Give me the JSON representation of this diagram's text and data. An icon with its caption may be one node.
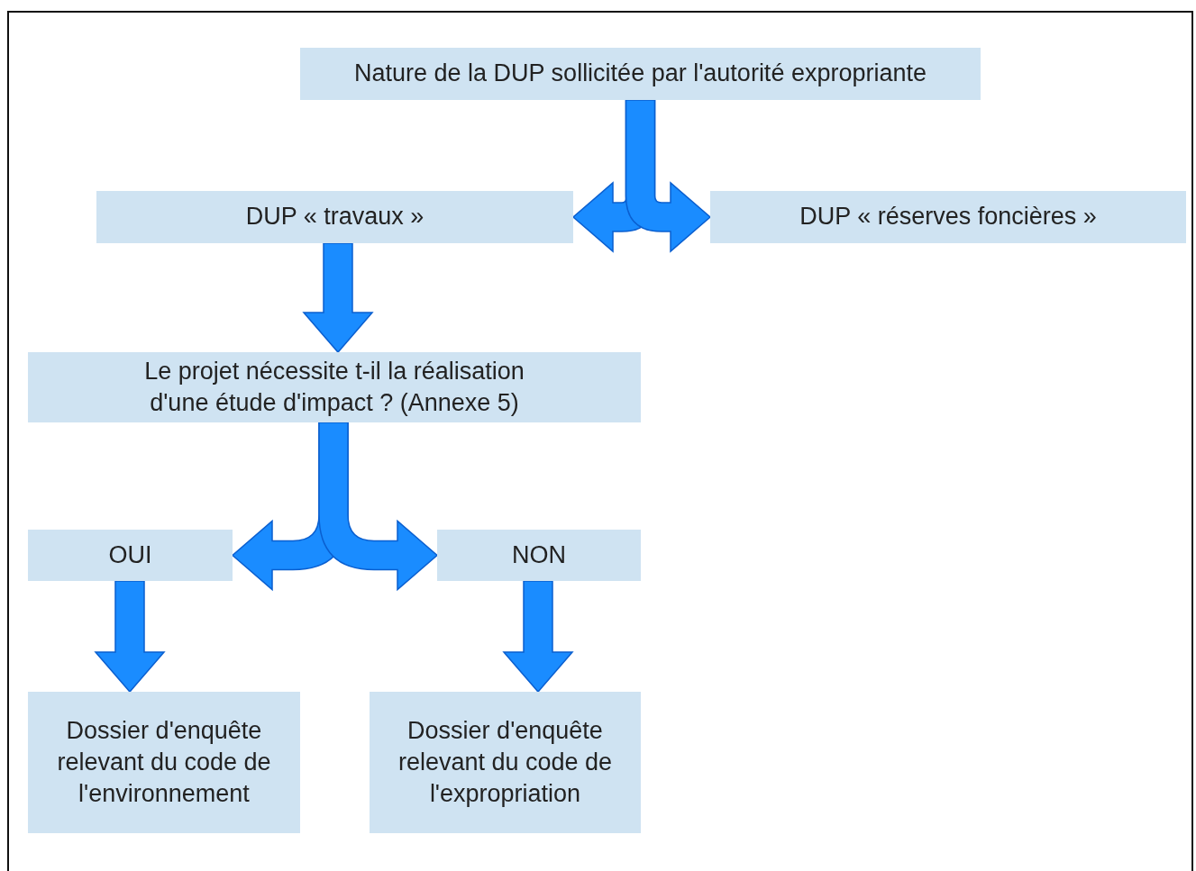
{
  "diagram": {
    "nodes": [
      {
        "text": [
          "Nature de la DUP sollicitée par l'autorité expropriante"
        ]
      },
      {
        "text": [
          "DUP « travaux »"
        ]
      },
      {
        "text": [
          "DUP « réserves foncières »"
        ]
      },
      {
        "text": [
          "Le projet nécessite t-il la réalisation d'une étude d'impact ? (Annexe 5)"
        ]
      },
      {
        "text": [
          "OUI"
        ]
      },
      {
        "text": [
          "NON"
        ]
      },
      {
        "text": [
          "Dossier d'enquête relevant du code de l'environnement"
        ]
      },
      {
        "text": [
          "Dossier d'enquête relevant du code de l'expropriation"
        ]
      }
    ],
    "edges": [
      {
        "from": 0,
        "to": 1,
        "arrow": "to",
        "style": "thick"
      },
      {
        "from": 0,
        "to": 2,
        "arrow": "to",
        "style": "thick"
      },
      {
        "from": 1,
        "to": 3,
        "arrow": "to",
        "style": "thick"
      },
      {
        "from": 3,
        "to": 4,
        "arrow": "to",
        "style": "thick"
      },
      {
        "from": 3,
        "to": 5,
        "arrow": "to",
        "style": "thick"
      },
      {
        "from": 4,
        "to": 6,
        "arrow": "to",
        "style": "thick"
      },
      {
        "from": 5,
        "to": 7,
        "arrow": "to",
        "style": "thick"
      }
    ]
  }
}
